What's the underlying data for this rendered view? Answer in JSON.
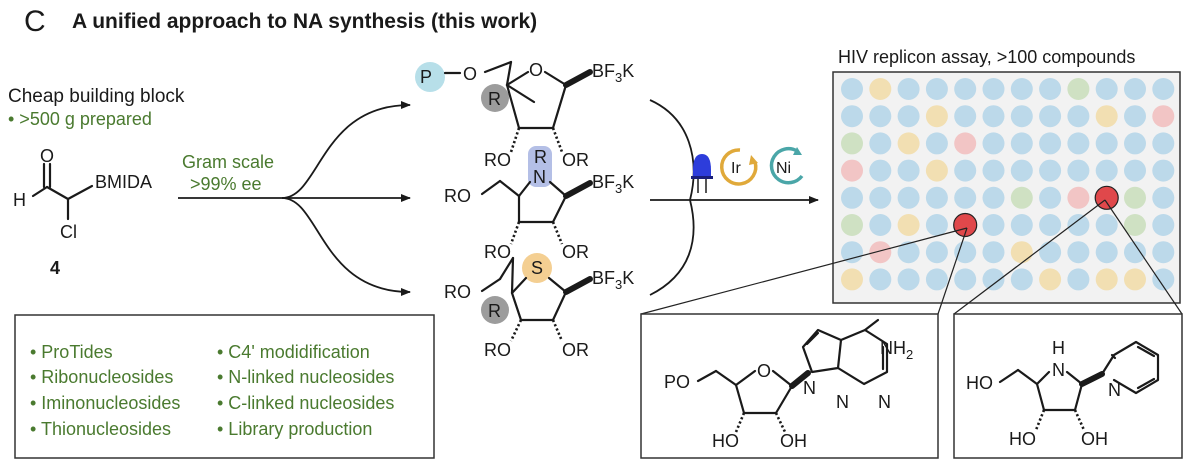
{
  "panel_letter": "C",
  "title": "A unified approach to NA synthesis (this work)",
  "starting_material": {
    "heading": "Cheap building block",
    "note": "• >500 g prepared",
    "atoms": {
      "aldehyde_o": "O",
      "aldehyde_h": "H",
      "boron": "BMIDA",
      "chlorine": "Cl"
    },
    "compound_number": "4"
  },
  "step1": {
    "line1": "Gram scale",
    "line2": ">99% ee"
  },
  "products": [
    {
      "ring_atom": "O",
      "substituent_label": "BF3K",
      "cap_group": "P",
      "linker_o": "O",
      "c4_group": "R",
      "oh_left": "RO",
      "oh_right": "OR"
    },
    {
      "ring_atom": "N",
      "ring_n_sub": "R",
      "substituent_label": "BF3K",
      "side_chain": "RO",
      "oh_left": "RO",
      "oh_right": "OR"
    },
    {
      "ring_atom": "S",
      "substituent_label": "BF3K",
      "side_chain": "RO",
      "c4_group": "R",
      "oh_left": "RO",
      "oh_right": "OR"
    }
  ],
  "catalysts": {
    "iridium": "Ir",
    "nickel": "Ni"
  },
  "colors": {
    "text_green": "#4a7a2f",
    "cap_circle": "#b7dfe9",
    "r_circle": "#9c9c9c",
    "n_highlight": "#b4bfe6",
    "s_circle": "#f4cf92",
    "led_blue": "#2d3ddb",
    "ir_ring": "#e0a93a",
    "ni_ring": "#4aa6a8",
    "hit_red": "#e0484b",
    "plate_bg": "#f2f2f2"
  },
  "assay": {
    "title": "HIV replicon assay, >100 compounds",
    "rows": 8,
    "cols": 12,
    "palette": {
      "B": "#bcd9ea",
      "G": "#cfe1c3",
      "Y": "#f2dfb2",
      "P": "#f2c5c5",
      "R": "#e0484b"
    },
    "well_rows": [
      "BYBBBBBBGBBB",
      "BBBYBBBBBYBP",
      "GBYBPBBBBBBB",
      "PBBYBBBBBBBB",
      "BBBBBBGBPBGB",
      "GBYBRBBBBBGB",
      "BPBBBBYBBBBB",
      "YBBBBBBYBYYB"
    ],
    "hits": [
      {
        "row": 5,
        "col": 4
      },
      {
        "row": 4,
        "col": 9
      }
    ]
  },
  "applications": {
    "left_items": [
      "• ProTides",
      "• Ribonucleosides",
      "• Iminonucleosides",
      "• Thionucleosides"
    ],
    "right_items": [
      "• C4' modidification",
      "• N-linked nucleosides",
      "• C-linked nucleosides",
      "• Library production"
    ]
  },
  "hit_1": {
    "capping": "PO",
    "amine": "NH2",
    "ring_o": "O",
    "oh_left": "HO",
    "oh_right": "OH",
    "ring_atoms": [
      "N",
      "N",
      "N"
    ]
  },
  "hit_2": {
    "side_chain": "HO",
    "ring_n": "N",
    "ring_h": "H",
    "pyridine_n": "N",
    "oh_left": "HO",
    "oh_right": "OH"
  }
}
